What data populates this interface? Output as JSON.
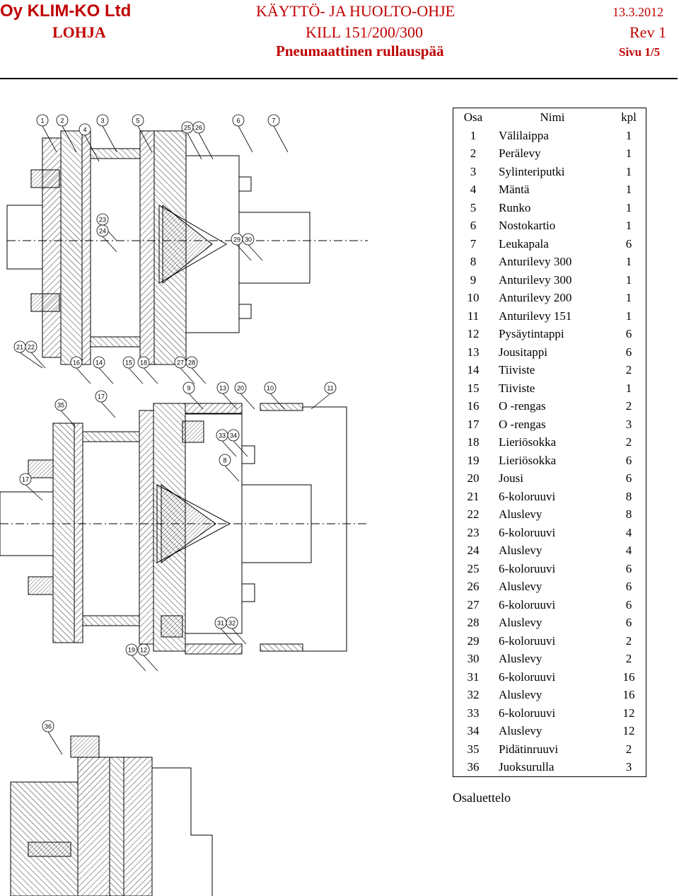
{
  "header": {
    "company": "Oy KLIM-KO Ltd",
    "city": "LOHJA",
    "doc_title": "KÄYTTÖ- JA HUOLTO-OHJE",
    "model": "KILL 151/200/300",
    "subtitle": "Pneumaattinen rullauspää",
    "date": "13.3.2012",
    "revision": "Rev 1",
    "page": "Sivu 1/5"
  },
  "colors": {
    "header_red": "#c00000",
    "line": "#000000"
  },
  "drawing": {
    "balloons_top": [
      "1",
      "2",
      "4",
      "3",
      "5",
      "25",
      "26",
      "6",
      "7"
    ],
    "balloons_mid1": [
      "23",
      "24",
      "29",
      "30",
      "21",
      "22",
      "16",
      "14",
      "15",
      "18",
      "27",
      "28"
    ],
    "balloons_mid2": [
      "17",
      "35",
      "9",
      "13",
      "20",
      "10",
      "11",
      "33",
      "34",
      "8",
      "17",
      "31",
      "32",
      "19",
      "12"
    ],
    "balloons_bottom": [
      "36"
    ]
  },
  "parts_table": {
    "headers": {
      "osa": "Osa",
      "nimi": "Nimi",
      "kpl": "kpl"
    },
    "rows": [
      {
        "osa": "1",
        "nimi": "Välilaippa",
        "kpl": "1"
      },
      {
        "osa": "2",
        "nimi": "Perälevy",
        "kpl": "1"
      },
      {
        "osa": "3",
        "nimi": "Sylinteriputki",
        "kpl": "1"
      },
      {
        "osa": "4",
        "nimi": "Mäntä",
        "kpl": "1"
      },
      {
        "osa": "5",
        "nimi": "Runko",
        "kpl": "1"
      },
      {
        "osa": "6",
        "nimi": "Nostokartio",
        "kpl": "1"
      },
      {
        "osa": "7",
        "nimi": "Leukapala",
        "kpl": "6"
      },
      {
        "osa": "8",
        "nimi": "Anturilevy 300",
        "kpl": "1"
      },
      {
        "osa": "9",
        "nimi": "Anturilevy 300",
        "kpl": "1"
      },
      {
        "osa": "10",
        "nimi": "Anturilevy 200",
        "kpl": "1"
      },
      {
        "osa": "11",
        "nimi": "Anturilevy 151",
        "kpl": "1"
      },
      {
        "osa": "12",
        "nimi": "Pysäytintappi",
        "kpl": "6"
      },
      {
        "osa": "13",
        "nimi": "Jousitappi",
        "kpl": "6"
      },
      {
        "osa": "14",
        "nimi": "Tiiviste",
        "kpl": "2"
      },
      {
        "osa": "15",
        "nimi": "Tiiviste",
        "kpl": "1"
      },
      {
        "osa": "16",
        "nimi": "O -rengas",
        "kpl": "2"
      },
      {
        "osa": "17",
        "nimi": "O -rengas",
        "kpl": "3"
      },
      {
        "osa": "18",
        "nimi": "Lieriösokka",
        "kpl": "2"
      },
      {
        "osa": "19",
        "nimi": "Lieriösokka",
        "kpl": "6"
      },
      {
        "osa": "20",
        "nimi": "Jousi",
        "kpl": "6"
      },
      {
        "osa": "21",
        "nimi": "6-koloruuvi",
        "kpl": "8"
      },
      {
        "osa": "22",
        "nimi": "Aluslevy",
        "kpl": "8"
      },
      {
        "osa": "23",
        "nimi": "6-koloruuvi",
        "kpl": "4"
      },
      {
        "osa": "24",
        "nimi": "Aluslevy",
        "kpl": "4"
      },
      {
        "osa": "25",
        "nimi": "6-koloruuvi",
        "kpl": "6"
      },
      {
        "osa": "26",
        "nimi": "Aluslevy",
        "kpl": "6"
      },
      {
        "osa": "27",
        "nimi": "6-koloruuvi",
        "kpl": "6"
      },
      {
        "osa": "28",
        "nimi": "Aluslevy",
        "kpl": "6"
      },
      {
        "osa": "29",
        "nimi": "6-koloruuvi",
        "kpl": "2"
      },
      {
        "osa": "30",
        "nimi": "Aluslevy",
        "kpl": "2"
      },
      {
        "osa": "31",
        "nimi": "6-koloruuvi",
        "kpl": "16"
      },
      {
        "osa": "32",
        "nimi": "Aluslevy",
        "kpl": "16"
      },
      {
        "osa": "33",
        "nimi": "6-koloruuvi",
        "kpl": "12"
      },
      {
        "osa": "34",
        "nimi": "Aluslevy",
        "kpl": "12"
      },
      {
        "osa": "35",
        "nimi": "Pidätinruuvi",
        "kpl": "2"
      },
      {
        "osa": "36",
        "nimi": "Juoksurulla",
        "kpl": "3"
      }
    ]
  },
  "caption": "Osaluettelo"
}
